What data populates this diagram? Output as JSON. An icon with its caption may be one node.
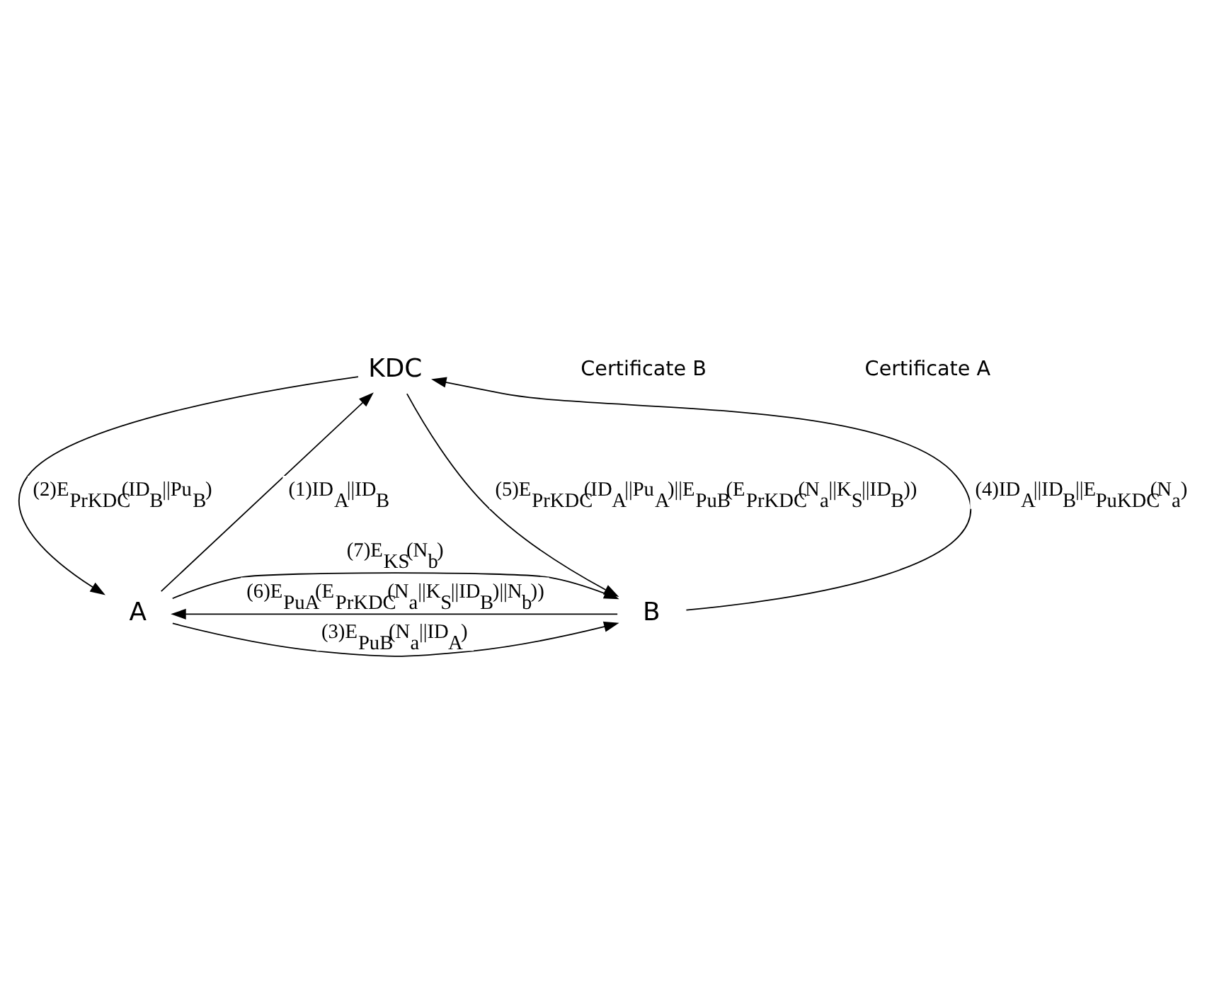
{
  "diagram": {
    "nodes": [
      {
        "text": [
          "KDC"
        ]
      },
      {
        "text": [
          "A"
        ]
      },
      {
        "text": [
          "B"
        ]
      }
    ],
    "edges": [
      {
        "from": 1,
        "to": 0,
        "arrow": "to",
        "label": "(1)ID$_{A}$||ID$_{B}$"
      },
      {
        "from": 0,
        "to": 1,
        "arrow": "to",
        "label": "(2)E$_{PrKDC}$(ID$_{B}$||Pu$_{B}$)"
      },
      {
        "from": 1,
        "to": 2,
        "arrow": "to",
        "label": "(3)E$_{PuB}$(N$_{a}$||ID$_{A}$)"
      },
      {
        "from": 2,
        "to": 0,
        "arrow": "to",
        "label": "(4)ID$_{A}$||ID$_{B}$||E$_{PuKDC}$(N$_{a}$)"
      },
      {
        "from": 0,
        "to": 2,
        "arrow": "to",
        "label": "(5)E$_{PrKDC}$(ID$_{A}$||Pu$_{A}$)||E$_{PuB}$(E$_{PrKDC}$(N$_{a}$||K$_{S}$||ID$_{B}$))"
      },
      {
        "from": 2,
        "to": 1,
        "arrow": "to",
        "label": "(6)E$_{PuA}$(E$_{PrKDC}$(N$_{a}$||K$_{S}$||ID$_{B}$)||N$_{b}$))"
      },
      {
        "from": 1,
        "to": 2,
        "arrow": "to",
        "label": "(7)E$_{KS}$(N$_{b}$)"
      }
    ],
    "labels": [
      "Certificate B",
      "Certificate A"
    ]
  }
}
